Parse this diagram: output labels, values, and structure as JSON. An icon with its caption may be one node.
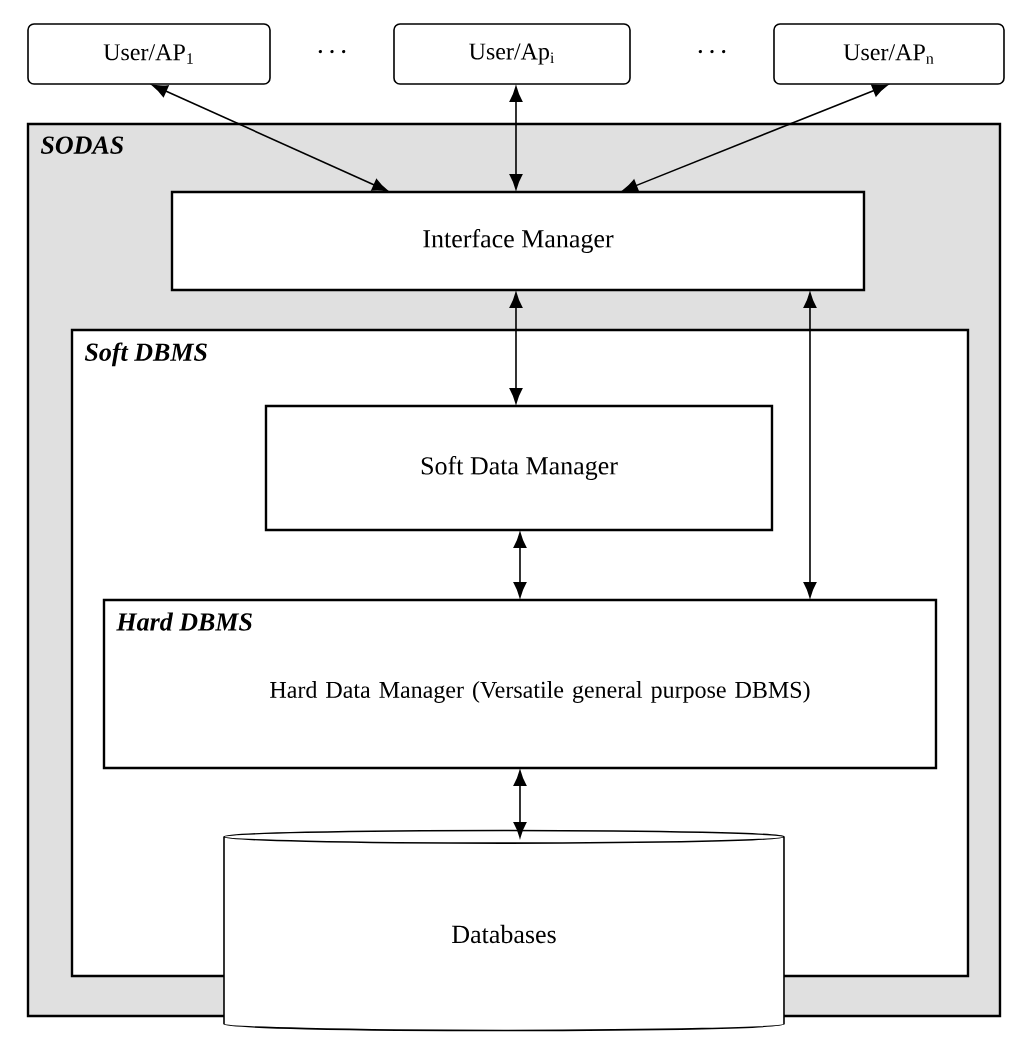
{
  "diagram": {
    "nodes": [
      {
        "text": [
          "User/AP$_{1}$"
        ]
      },
      {
        "text": [
          "User/Ap$_{i}$"
        ]
      },
      {
        "text": [
          "User/AP$_{n}$"
        ]
      },
      {
        "text": [
          "SODAS"
        ]
      },
      {
        "text": [
          "Interface Manager"
        ],
        "in": 3
      },
      {
        "text": [
          "Soft DBMS"
        ],
        "in": 3
      },
      {
        "text": [
          "Soft Data Manager"
        ],
        "in": 5
      },
      {
        "text": [
          "Hard DBMS",
          "Hard Data Manager (Versatile general purpose DBMS)"
        ],
        "in": 5
      },
      {
        "text": [
          "Databases"
        ]
      }
    ],
    "edges": [
      {
        "from": 0,
        "to": 4,
        "arrow": "both"
      },
      {
        "from": 1,
        "to": 4,
        "arrow": "both"
      },
      {
        "from": 2,
        "to": 4,
        "arrow": "both"
      },
      {
        "from": 4,
        "to": 6,
        "arrow": "both"
      },
      {
        "from": 4,
        "to": 7,
        "arrow": "both"
      },
      {
        "from": 6,
        "to": 7,
        "arrow": "both"
      },
      {
        "from": 7,
        "to": 8,
        "arrow": "both"
      }
    ],
    "labels": [
      "· · ·",
      "· · ·"
    ]
  }
}
